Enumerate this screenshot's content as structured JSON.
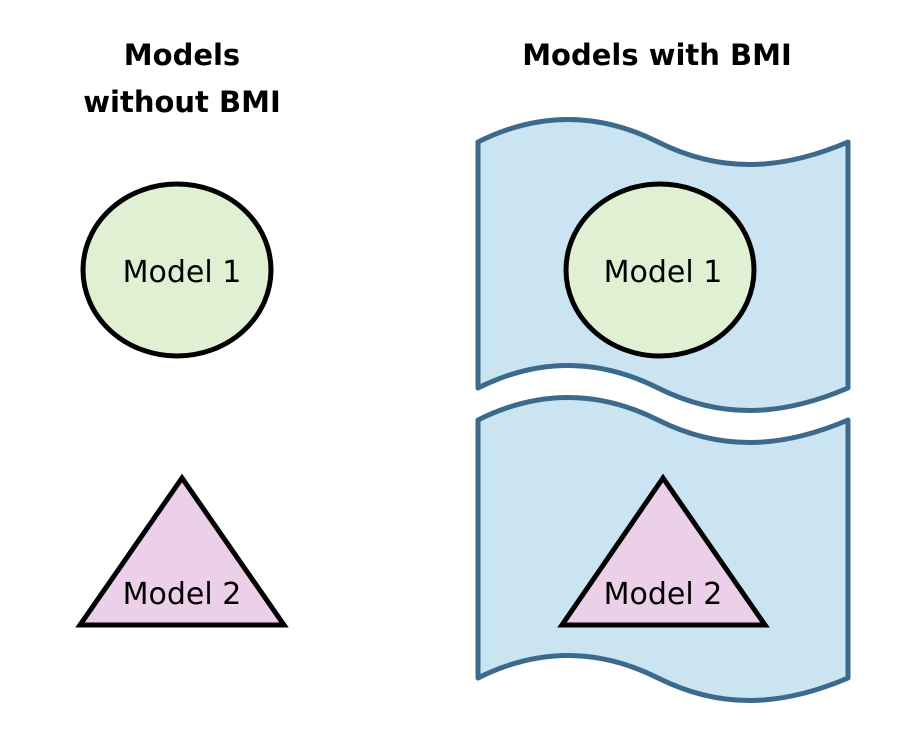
{
  "left_panel": {
    "heading_line1": "Models",
    "heading_line2": "without BMI",
    "model1_label": "Model 1",
    "model2_label": "Model 2"
  },
  "right_panel": {
    "heading": "Models with BMI",
    "model1_label": "Model 1",
    "model2_label": "Model 2"
  },
  "colors": {
    "circle_fill": "#dff0d3",
    "triangle_fill": "#ecd0ea",
    "wave_fill": "#cbe4f2",
    "wave_stroke": "#3c6a8c",
    "shape_stroke": "#000000"
  }
}
